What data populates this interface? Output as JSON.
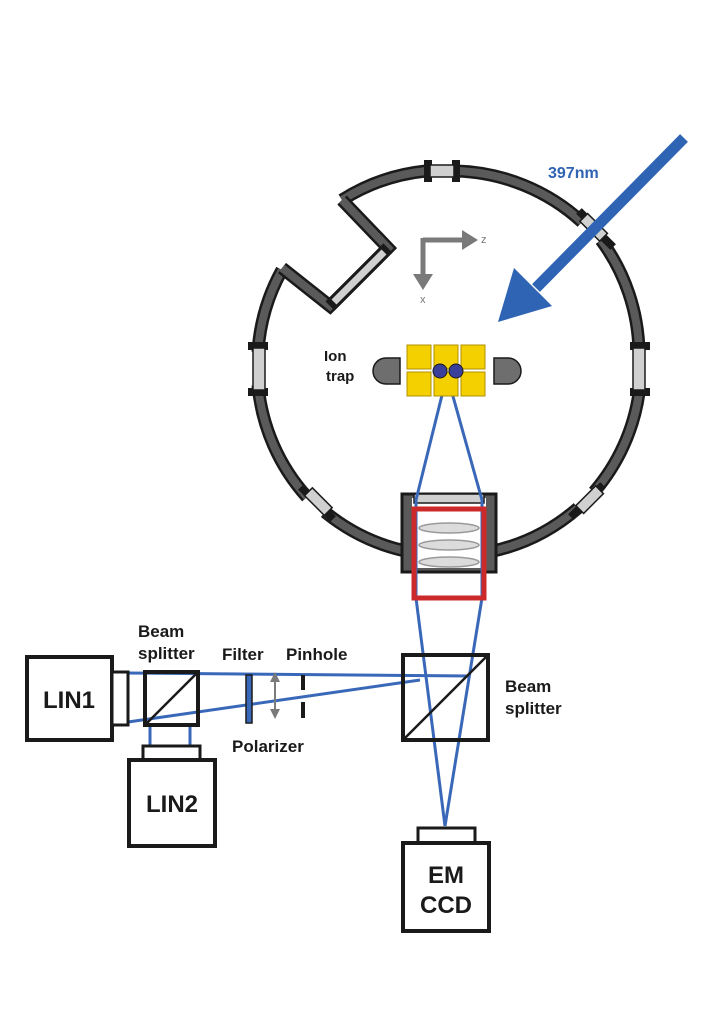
{
  "colors": {
    "laser": "#2f63b3",
    "beam": "#3a68b8",
    "chamber_fill": "#5a5a5a",
    "window": "#d0d0d0",
    "trap_electrodes": "#f4d000",
    "ions": "#3a3f9a",
    "endcaps": "#6e6e6e",
    "objective_frame": "#cc2a2a",
    "optics": "#1a1a1a",
    "axis": "#7a7a7a"
  },
  "laser": {
    "label": "397nm",
    "icon": "laser-arrow-icon"
  },
  "axes": {
    "z_label": "z",
    "x_label": "x"
  },
  "ion_trap": {
    "label_line1": "Ion",
    "label_line2": "trap"
  },
  "detection": {
    "beam_splitter_left": {
      "line1": "Beam",
      "line2": "splitter"
    },
    "filter": "Filter",
    "pinhole": "Pinhole",
    "polarizer": "Polarizer",
    "beam_splitter_right": {
      "line1": "Beam",
      "line2": "splitter"
    }
  },
  "cameras": {
    "lin1": "LIN1",
    "lin2": "LIN2",
    "emccd_line1": "EM",
    "emccd_line2": "CCD"
  }
}
